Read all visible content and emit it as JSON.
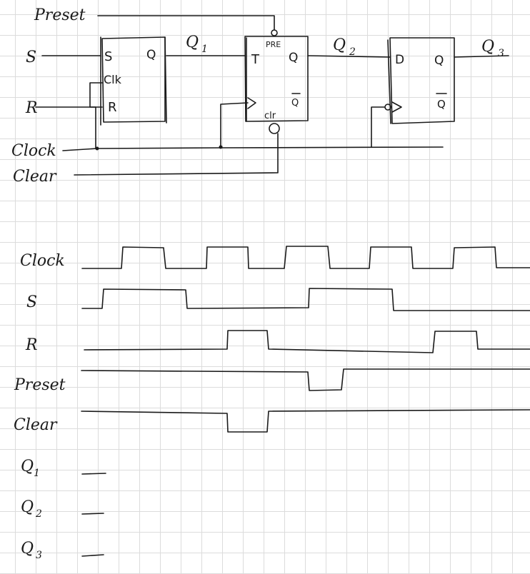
{
  "circuit": {
    "inputs": {
      "preset": "Preset",
      "s": "S",
      "r": "R",
      "clock": "Clock",
      "clear": "Clear"
    },
    "ff1": {
      "s": "S",
      "q": "Q",
      "clk": "Clk",
      "r": "R"
    },
    "ff2": {
      "pre": "PRE",
      "t": "T",
      "q": "Q",
      "qbar": "Q",
      "clr": "clr"
    },
    "ff3": {
      "d": "D",
      "q": "Q",
      "qbar": "Q"
    },
    "outputs": {
      "q1": "Q",
      "q1_sub": "1",
      "q2": "Q",
      "q2_sub": "2",
      "q3": "Q",
      "q3_sub": "3"
    }
  },
  "timing": {
    "signals": [
      {
        "label": "Clock",
        "sub": ""
      },
      {
        "label": "S",
        "sub": ""
      },
      {
        "label": "R",
        "sub": ""
      },
      {
        "label": "Preset",
        "sub": ""
      },
      {
        "label": "Clear",
        "sub": ""
      },
      {
        "label": "Q",
        "sub": "1"
      },
      {
        "label": "Q",
        "sub": "2"
      },
      {
        "label": "Q",
        "sub": "3"
      }
    ]
  },
  "colors": {
    "ink": "#1a1a1a",
    "grid": "#dcdcdc"
  }
}
